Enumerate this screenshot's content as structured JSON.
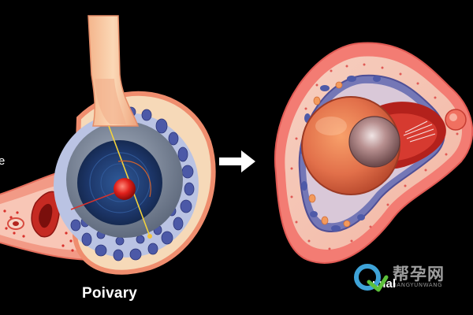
{
  "labels": {
    "left_caption": "Poivary",
    "edge_caption": "e",
    "right_caption": "mial"
  },
  "watermark": {
    "title": "帮孕网",
    "subtitle": "BANGYUNWANG",
    "icon": "q-logo-icon"
  },
  "arrow": {
    "icon": "right-arrow-icon"
  },
  "colors": {
    "background": "#000000",
    "tissue_pink": "#f07a74",
    "tissue_cream": "#f6d9b8",
    "cell_blue": "#5b67b0",
    "dark_core": "#1f3a6e",
    "egg_red": "#e0211c",
    "fluid_gray": "#5c6e86"
  }
}
